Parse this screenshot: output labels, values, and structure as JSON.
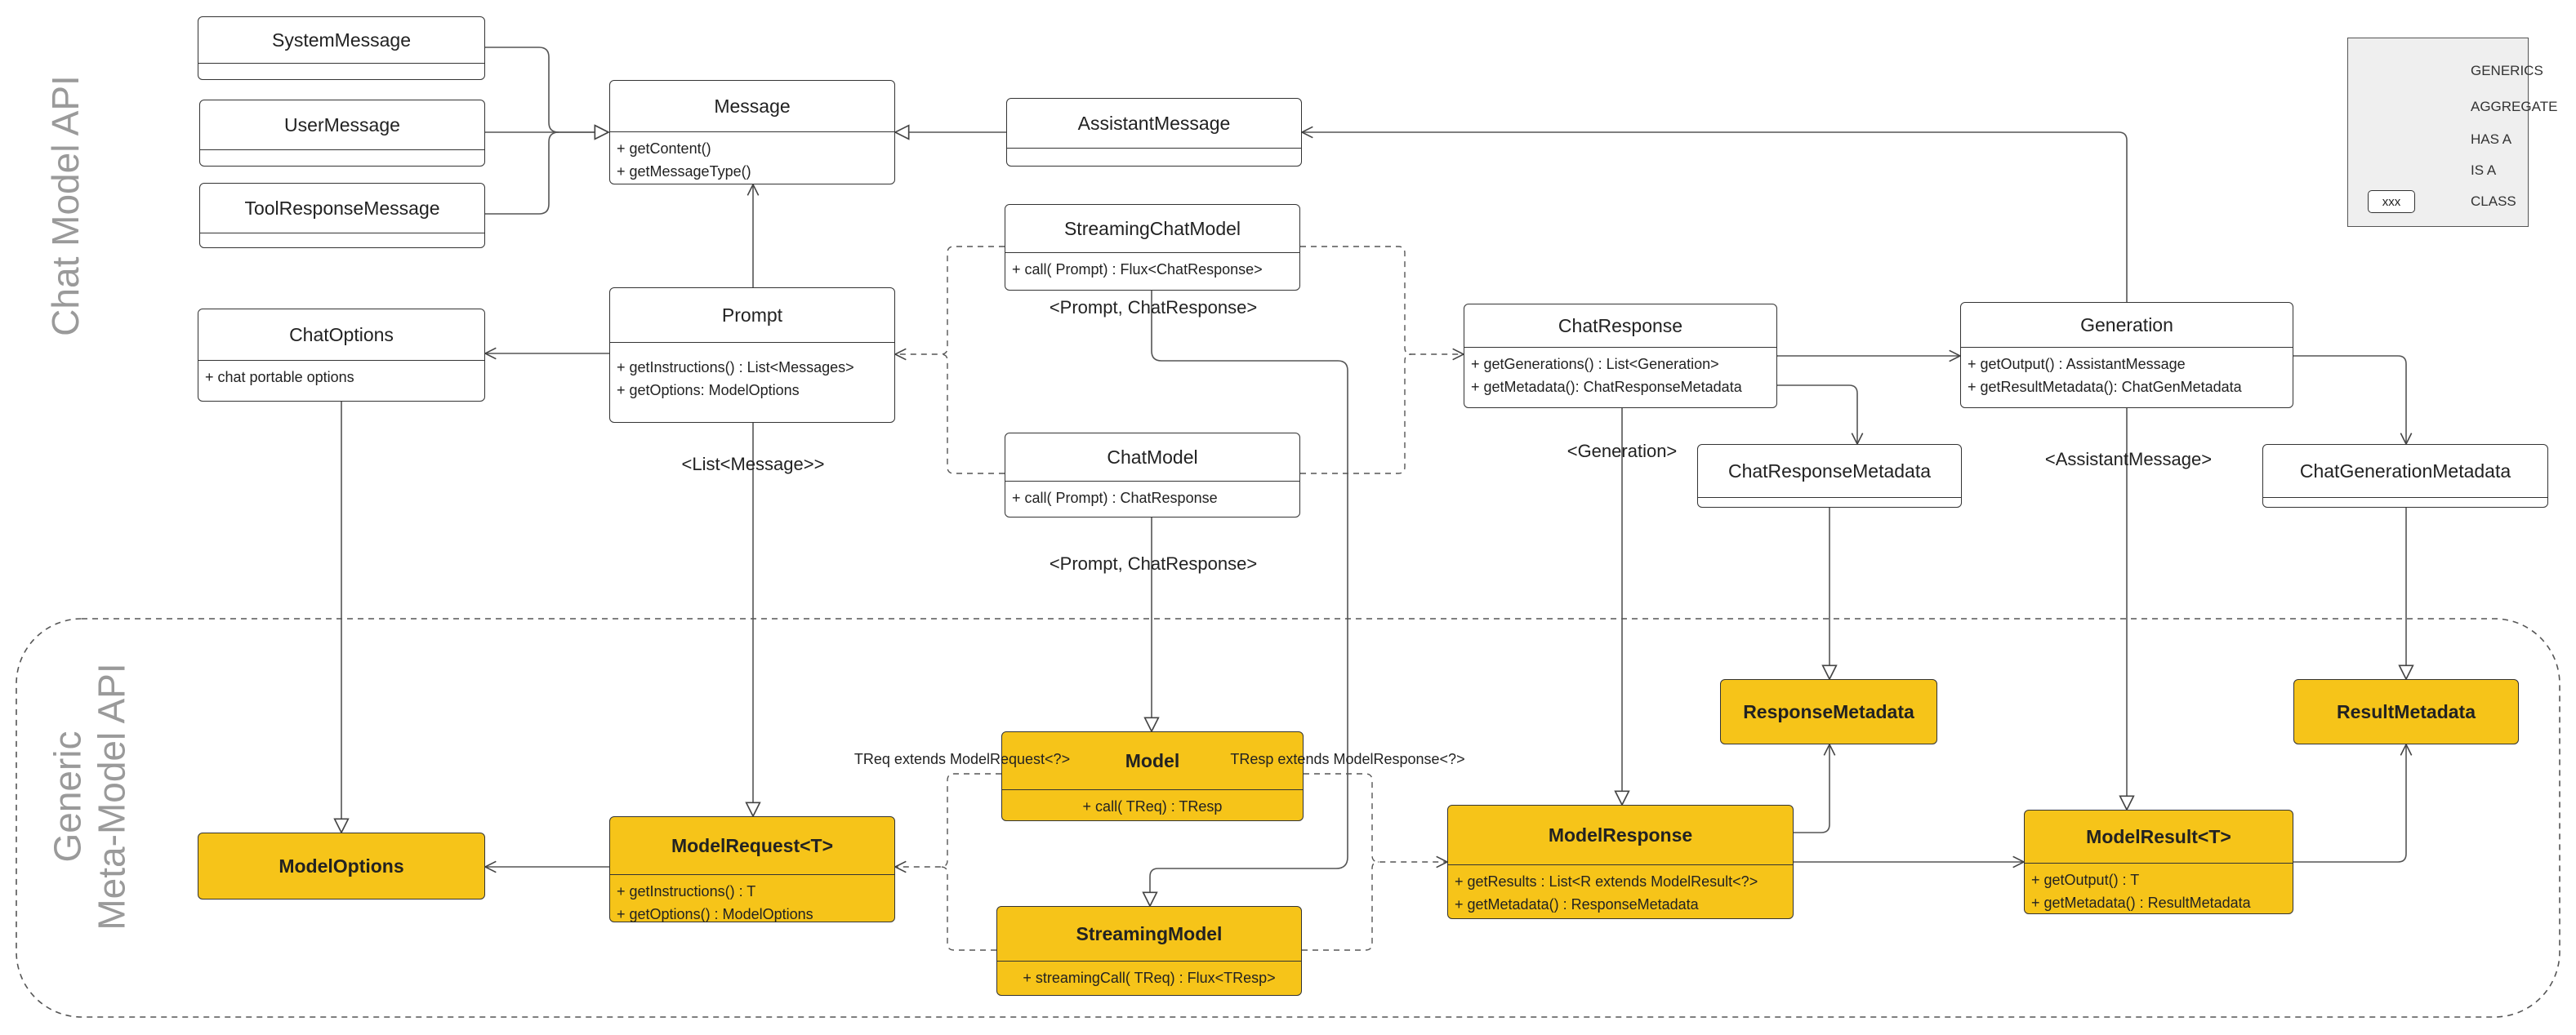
{
  "sections": {
    "chat_api": "Chat Model API",
    "generic_api_line1": "Generic",
    "generic_api_line2": "Meta-Model API"
  },
  "classes": {
    "system_message": {
      "name": "SystemMessage"
    },
    "user_message": {
      "name": "UserMessage"
    },
    "tool_response_message": {
      "name": "ToolResponseMessage"
    },
    "message": {
      "name": "Message",
      "members": [
        "+ getContent()",
        "+ getMessageType()"
      ]
    },
    "assistant_message": {
      "name": "AssistantMessage"
    },
    "streaming_chat_model": {
      "name": "StreamingChatModel",
      "members": [
        "+ call( Prompt) : Flux<ChatResponse>"
      ]
    },
    "chat_options": {
      "name": "ChatOptions",
      "members": [
        "+ chat portable options"
      ]
    },
    "prompt": {
      "name": "Prompt",
      "members": [
        "+ getInstructions() : List<Messages>",
        "+ getOptions: ModelOptions"
      ]
    },
    "chat_model": {
      "name": "ChatModel",
      "members": [
        "+ call( Prompt) : ChatResponse"
      ]
    },
    "chat_response": {
      "name": "ChatResponse",
      "members": [
        "+ getGenerations() : List<Generation>",
        "+ getMetadata(): ChatResponseMetadata"
      ]
    },
    "generation": {
      "name": "Generation",
      "members": [
        "+ getOutput() : AssistantMessage",
        "+ getResultMetadata(): ChatGenMetadata"
      ]
    },
    "chat_response_metadata": {
      "name": "ChatResponseMetadata"
    },
    "chat_generation_metadata": {
      "name": "ChatGenerationMetadata"
    },
    "model": {
      "name": "Model",
      "members": [
        "+ call( TReq) : TResp"
      ]
    },
    "response_metadata": {
      "name": "ResponseMetadata"
    },
    "result_metadata": {
      "name": "ResultMetadata"
    },
    "model_options": {
      "name": "ModelOptions"
    },
    "model_request": {
      "name": "ModelRequest<T>",
      "members": [
        "+ getInstructions() : T",
        "+ getOptions() : ModelOptions"
      ]
    },
    "model_response": {
      "name": "ModelResponse",
      "members": [
        "+ getResults : List<R extends ModelResult<?>",
        "+ getMetadata() : ResponseMetadata"
      ]
    },
    "model_result": {
      "name": "ModelResult<T>",
      "members": [
        "+ getOutput() : T",
        "+ getMetadata() : ResultMetadata"
      ]
    },
    "streaming_model": {
      "name": "StreamingModel",
      "members": [
        "+ streamingCall( TReq) : Flux<TResp>"
      ]
    }
  },
  "labels": {
    "streaming_generic": "<Prompt, ChatResponse>",
    "list_message": "<List<Message>>",
    "chat_model_generic": "<Prompt, ChatResponse>",
    "generation_generic": "<Generation>",
    "assistant_generic": "<AssistantMessage>",
    "treq": "TReq extends ModelRequest<?>",
    "tresp": "TResp extends ModelResponse<?>"
  },
  "legend": {
    "generics": "GENERICS",
    "aggregate": "AGGREGATE",
    "has_a": "HAS A",
    "is_a": "IS A",
    "class_icon": "xxx",
    "class": "CLASS"
  },
  "colors": {
    "meta_fill": "#f6c419",
    "line": "#555555",
    "section_title": "#9a9a9a"
  }
}
